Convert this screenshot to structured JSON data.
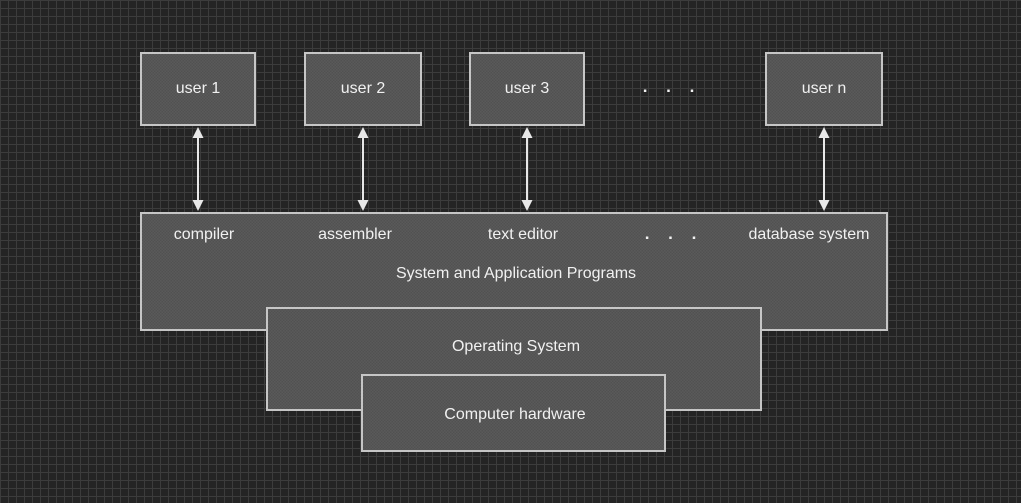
{
  "colors": {
    "background": "#242424",
    "grid_line": "#3c3c3c",
    "box_fill": "#5a5a5a",
    "box_fill_texture": "#515151",
    "box_border": "#c6c6c6",
    "text": "#f1f1f1",
    "arrow": "#e8e8e8"
  },
  "diagram": {
    "user_boxes": [
      {
        "label": "user 1"
      },
      {
        "label": "user 2"
      },
      {
        "label": "user 3"
      },
      {
        "label": "user n"
      }
    ],
    "user_row_ellipsis": ". . .",
    "programs_box": {
      "items": [
        "compiler",
        "assembler",
        "text editor",
        ". . .",
        "database system"
      ],
      "title": "System and Application Programs"
    },
    "os_box": {
      "label": "Operating System"
    },
    "hardware_box": {
      "label": "Computer hardware"
    }
  }
}
